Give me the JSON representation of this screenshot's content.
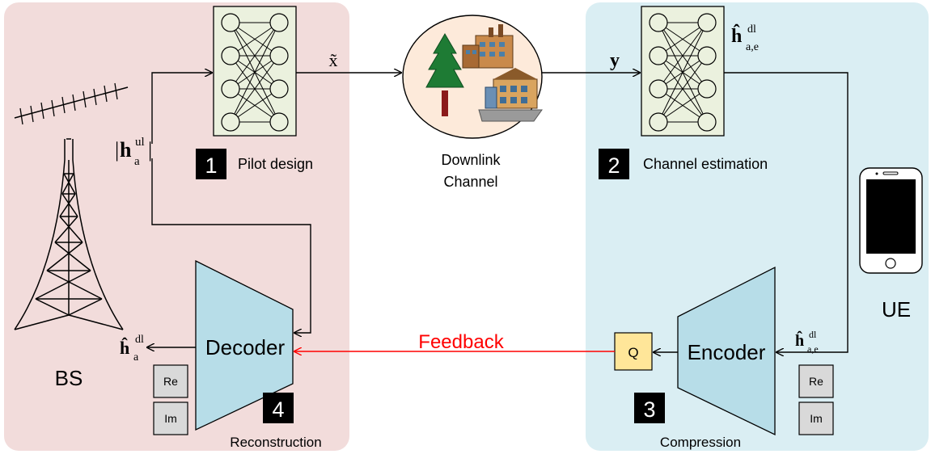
{
  "labels": {
    "pilot_design": "Pilot design",
    "channel_estimation": "Channel estimation",
    "downlink_line1": "Downlink",
    "downlink_line2": "Channel",
    "feedback": "Feedback",
    "decoder": "Decoder",
    "encoder": "Encoder",
    "quantizer": "Q",
    "reconstruction": "Reconstruction",
    "compression": "Compression",
    "bs": "BS",
    "ue": "UE",
    "re": "Re",
    "im": "Im"
  },
  "steps": {
    "one": "1",
    "two": "2",
    "three": "3",
    "four": "4"
  },
  "math": {
    "x_tilde": "x̃",
    "y": "y",
    "h": "h",
    "h_hat": "ĥ",
    "dl": "dl",
    "ul": "ul",
    "sub_a": "a",
    "sub_ae": "a,e",
    "bar": "|"
  },
  "colors": {
    "bs_panel": "#f2dcdb",
    "ue_panel": "#daeef3",
    "nn_box": "#ebf1de",
    "trapezoid": "#b7dde8",
    "quantizer": "#ffe699",
    "feedback": "#ff0000",
    "badge": "#000000",
    "re_im": "#d9d9d9"
  }
}
